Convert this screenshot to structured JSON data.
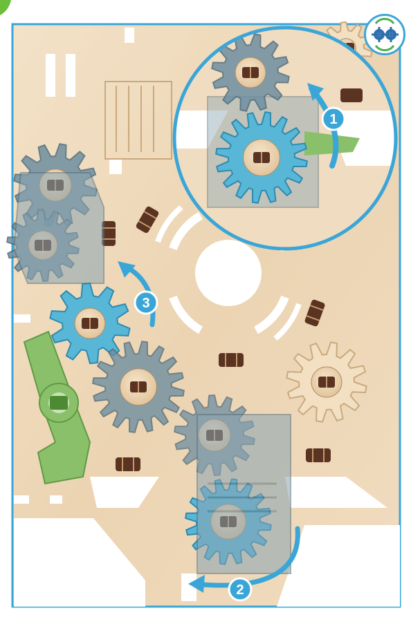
{
  "figure": {
    "steps": [
      {
        "label": "1"
      },
      {
        "label": "2"
      },
      {
        "label": "3"
      }
    ],
    "hint_icon": "gears-rotate-icon"
  },
  "colors": {
    "board_outline": "#3aa6d8",
    "wood": "#f1dcc0",
    "gear_blue": "#58b7d6",
    "gear_slate": "#6f8fa0",
    "gear_natural": "#f3e0c2",
    "lever_green": "#8ac06a",
    "arrow_blue": "#3aa6d8",
    "axle_dark": "#5a3322"
  }
}
